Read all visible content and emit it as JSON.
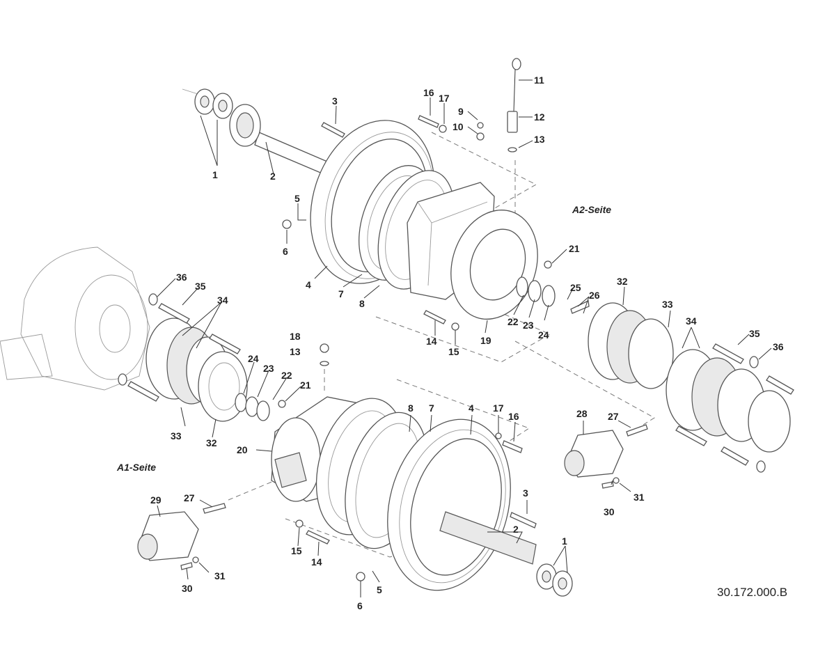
{
  "diagram": {
    "drawing_number": "30.172.000.B",
    "side_labels": {
      "a2": "A2-Seite",
      "a1": "A1-Seite"
    },
    "callouts": {
      "u1": "1",
      "u2": "2",
      "u3": "3",
      "u4": "4",
      "u5": "5",
      "u6": "6",
      "u7": "7",
      "u8": "8",
      "u9": "9",
      "u10": "10",
      "u11": "11",
      "u12": "12",
      "u13": "13",
      "u14": "14",
      "u15": "15",
      "u16": "16",
      "u17": "17",
      "u19": "19",
      "u21": "21",
      "u22": "22",
      "u23": "23",
      "u24": "24",
      "u25": "25",
      "u26": "26",
      "u32": "32",
      "u33": "33",
      "u34": "34",
      "u35": "35",
      "u36": "36",
      "l34": "34",
      "l35": "35",
      "l36": "36",
      "l24": "24",
      "l23": "23",
      "l22": "22",
      "l21": "21",
      "l18": "18",
      "l13": "13",
      "l33": "33",
      "l32": "32",
      "l20": "20",
      "l8": "8",
      "l7": "7",
      "l4": "4",
      "l17": "17",
      "l16": "16",
      "l29": "29",
      "l27": "27",
      "l31": "31",
      "l30": "30",
      "l15": "15",
      "l14": "14",
      "l6": "6",
      "l5": "5",
      "l3": "3",
      "l2": "2",
      "l1": "1",
      "r28": "28",
      "r27": "27",
      "r30": "30",
      "r31": "31"
    }
  }
}
